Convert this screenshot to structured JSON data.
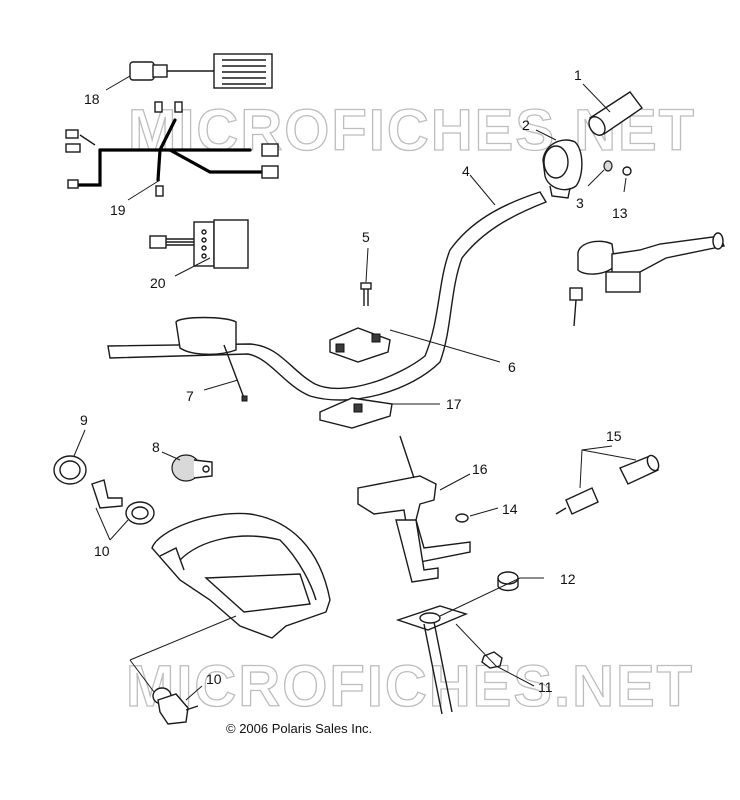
{
  "watermark": "MICROFICHES.NET",
  "copyright": "© 2006 Polaris Sales Inc.",
  "callouts": [
    "1",
    "2",
    "3",
    "4",
    "5",
    "6",
    "7",
    "8",
    "9",
    "10",
    "10",
    "11",
    "12",
    "13",
    "14",
    "15",
    "16",
    "17",
    "18",
    "19",
    "20"
  ]
}
